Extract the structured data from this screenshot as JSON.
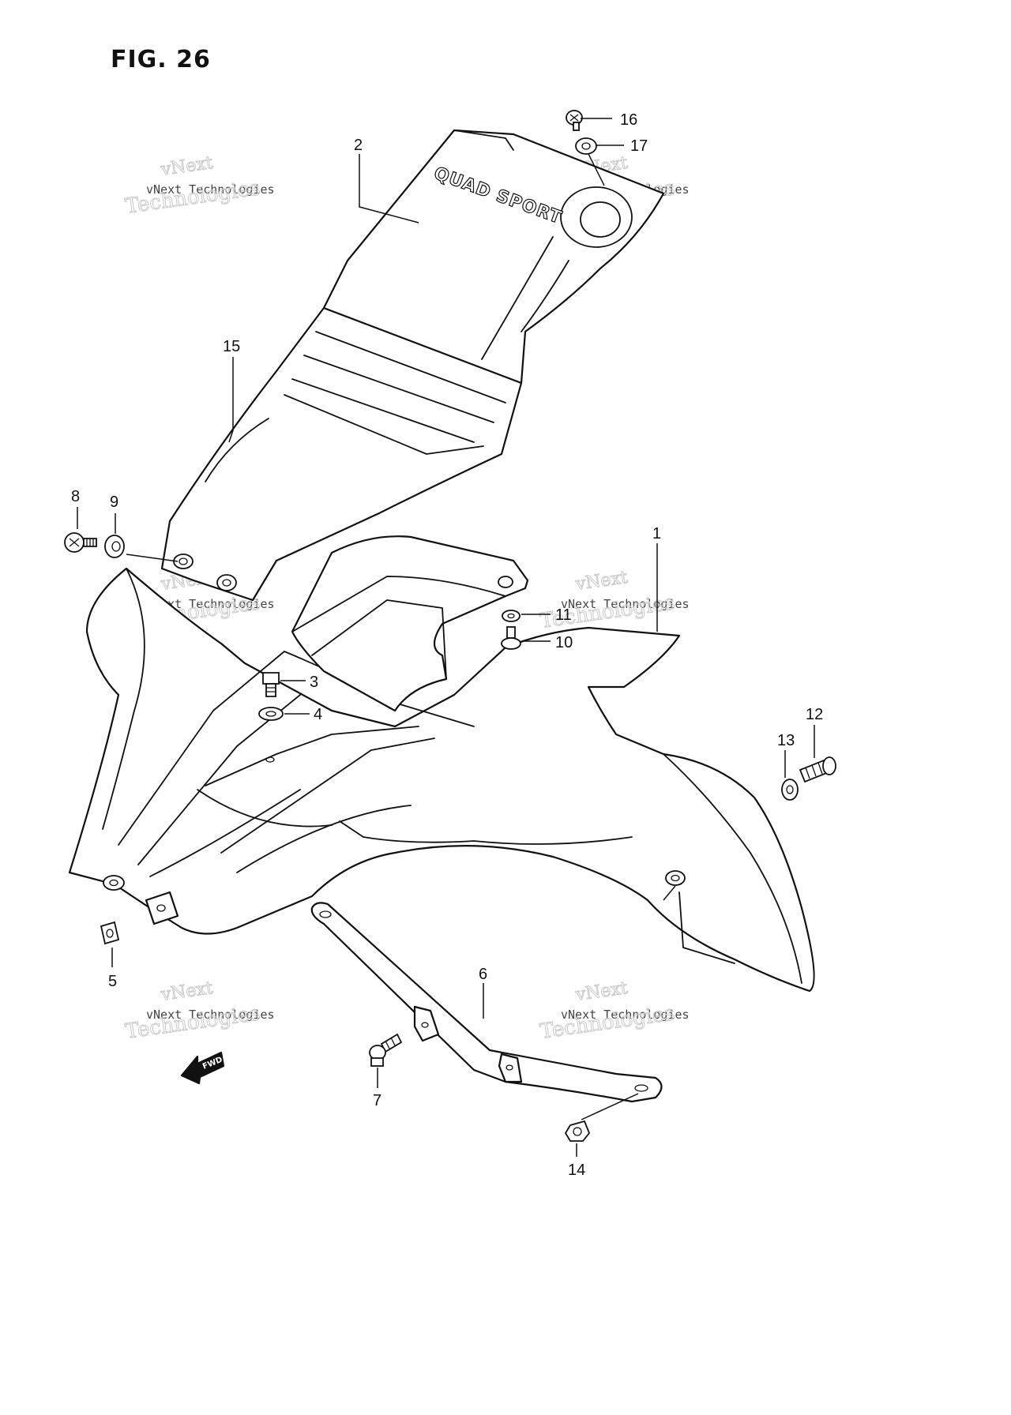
{
  "figure": {
    "title": "FIG. 26"
  },
  "callouts": {
    "c1": "1",
    "c2": "2",
    "c3": "3",
    "c4": "4",
    "c5": "5",
    "c6": "6",
    "c7": "7",
    "c8": "8",
    "c9": "9",
    "c10": "10",
    "c11": "11",
    "c12": "12",
    "c13": "13",
    "c14": "14",
    "c15": "15",
    "c16": "16",
    "c17": "17"
  },
  "part_markings": {
    "tank_logo": "QUAD SPORT",
    "direction_badge": "FWD"
  },
  "watermark": {
    "line0": "vNext",
    "line1": "vNext Technologies",
    "line2": "Technologies"
  },
  "colors": {
    "ink": "#111111",
    "watermark": "#c9c9c9",
    "background": "#ffffff"
  }
}
